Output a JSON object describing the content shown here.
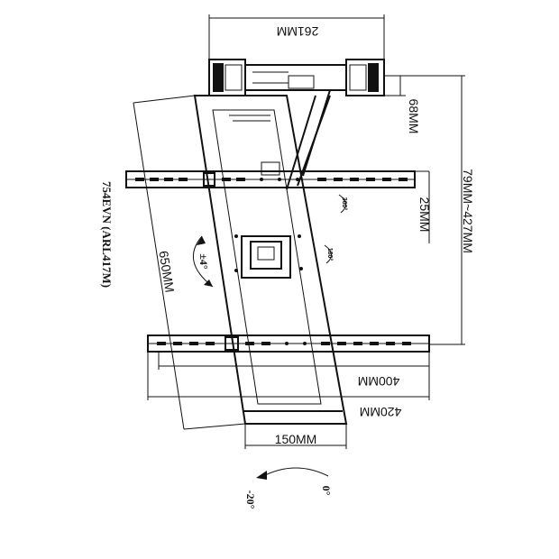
{
  "diagram": {
    "model": "754EVN (ARL417M)",
    "dimensions": {
      "wall_plate_width": "261MM",
      "arm_offset": "68MM",
      "extension": "79MM~427MM",
      "rail_gap": "25MM",
      "frame_height": "650MM",
      "vesa_inner": "400MM",
      "vesa_outer": "420MM",
      "bottom_width": "150MM"
    },
    "angles": {
      "tilt": "±4°",
      "swivel_a": "360°",
      "swivel_b": "180°",
      "rotate_start": "0°",
      "rotate_end": "-20°"
    }
  }
}
